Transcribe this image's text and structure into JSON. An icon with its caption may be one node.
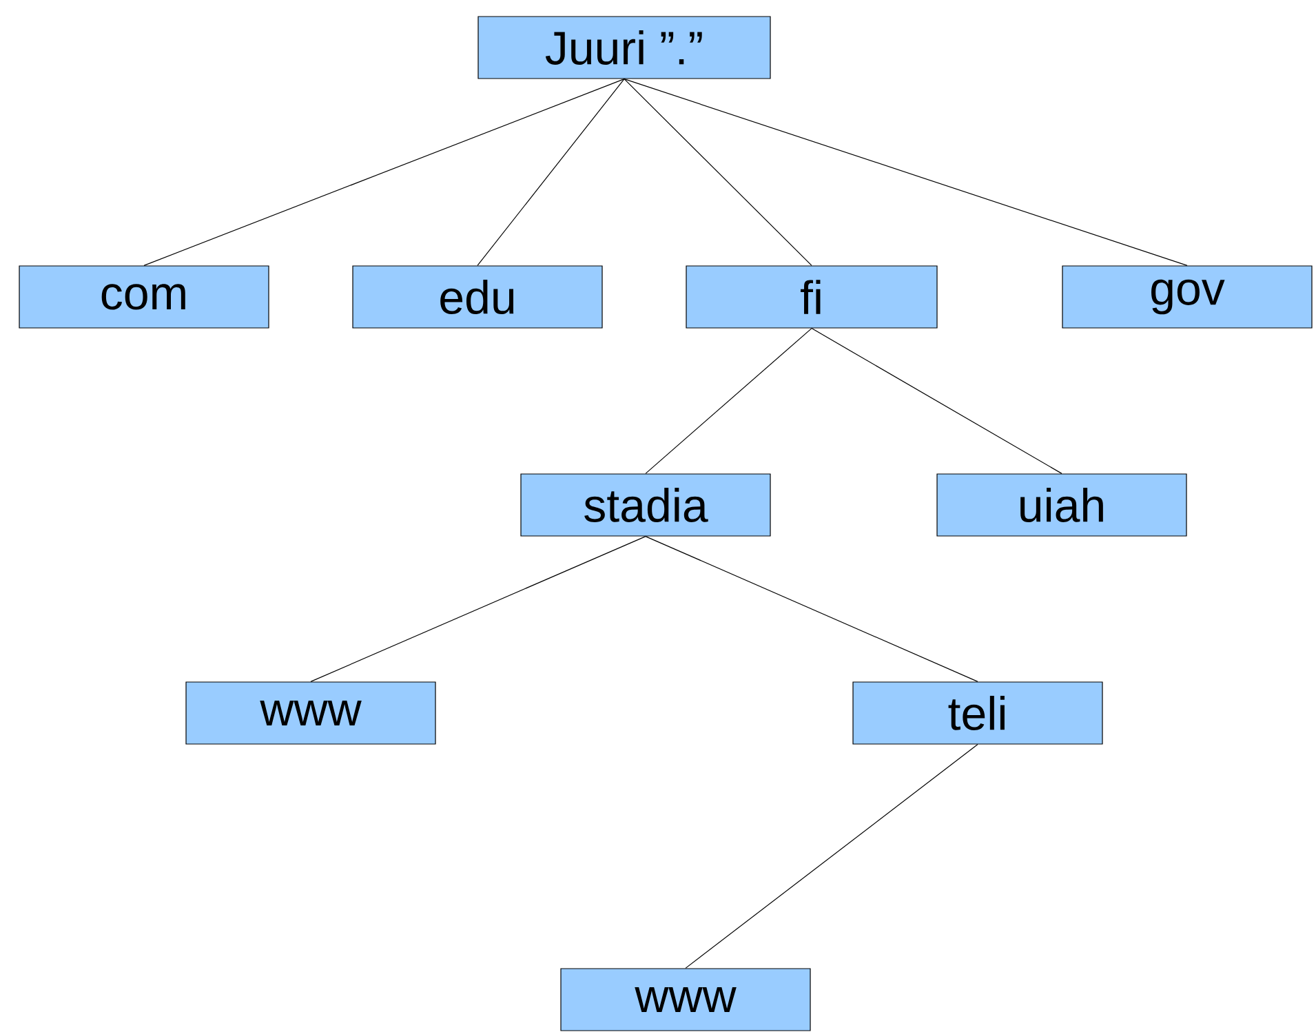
{
  "diagram": {
    "nodes": [
      {
        "text": [
          "Juuri ”.”"
        ]
      },
      {
        "text": [
          "com"
        ]
      },
      {
        "text": [
          "edu"
        ]
      },
      {
        "text": [
          "fi"
        ]
      },
      {
        "text": [
          "gov"
        ]
      },
      {
        "text": [
          "stadia"
        ]
      },
      {
        "text": [
          "uiah"
        ]
      },
      {
        "text": [
          "www"
        ]
      },
      {
        "text": [
          "teli"
        ]
      },
      {
        "text": [
          "www"
        ]
      }
    ],
    "edges": [
      {
        "from": 0,
        "to": 1,
        "arrow": "none"
      },
      {
        "from": 0,
        "to": 2,
        "arrow": "none"
      },
      {
        "from": 0,
        "to": 3,
        "arrow": "none"
      },
      {
        "from": 0,
        "to": 4,
        "arrow": "none"
      },
      {
        "from": 3,
        "to": 5,
        "arrow": "none"
      },
      {
        "from": 3,
        "to": 6,
        "arrow": "none"
      },
      {
        "from": 5,
        "to": 7,
        "arrow": "none"
      },
      {
        "from": 5,
        "to": 8,
        "arrow": "none"
      },
      {
        "from": 8,
        "to": 9,
        "arrow": "none"
      }
    ]
  }
}
